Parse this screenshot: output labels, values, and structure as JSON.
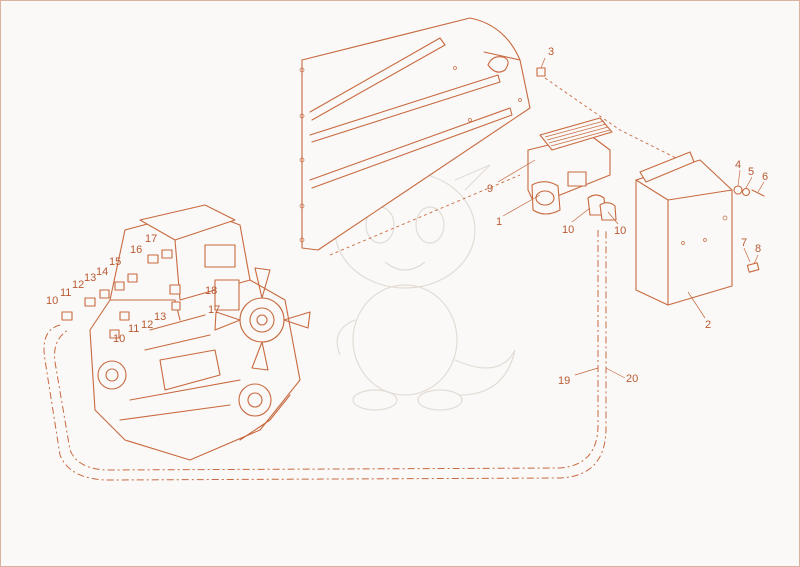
{
  "colors": {
    "line": "#c8693f",
    "text": "#b85a33",
    "watermark": "#e3dcd6",
    "background": "#faf9f7"
  },
  "callouts": {
    "c1": "1",
    "c2": "2",
    "c3": "3",
    "c4": "4",
    "c5": "5",
    "c6": "6",
    "c7": "7",
    "c8": "8",
    "c9": "9",
    "c10a": "10",
    "c10b": "10",
    "c10c": "10",
    "c10d": "10",
    "c11a": "11",
    "c11b": "11",
    "c12a": "12",
    "c12b": "12",
    "c13a": "13",
    "c13b": "13",
    "c14": "14",
    "c15": "15",
    "c16": "16",
    "c17a": "17",
    "c17b": "17",
    "c18": "18",
    "c19": "19",
    "c20": "20"
  }
}
